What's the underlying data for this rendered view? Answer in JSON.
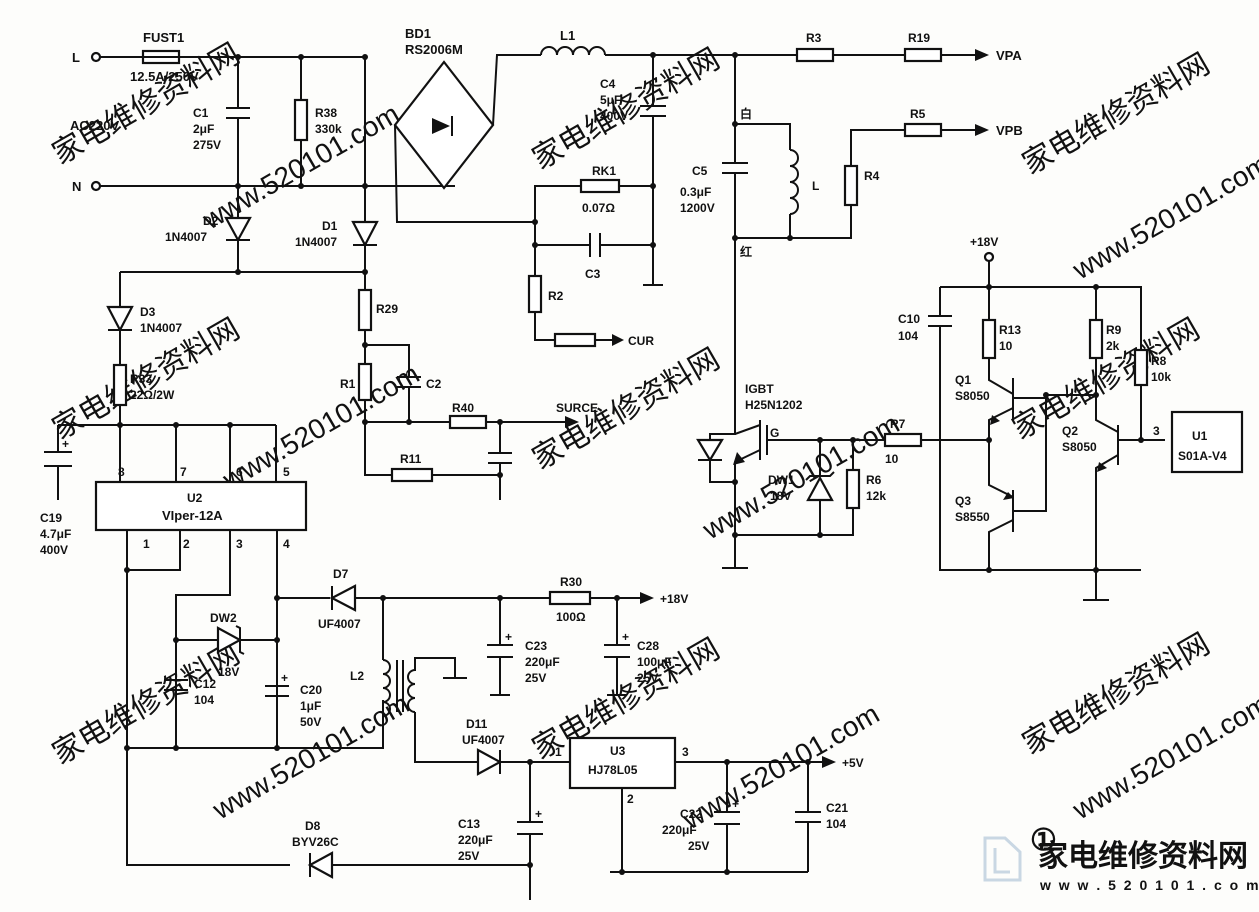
{
  "terminals": {
    "L": "L",
    "N": "N",
    "ac": "AC220V",
    "vpa": "VPA",
    "vpb": "VPB",
    "cur": "CUR",
    "surce": "SURCE",
    "plus18_top": "+18V",
    "plus18_out": "+18V",
    "plus5": "+5V"
  },
  "components": {
    "fuse": {
      "ref": "FUST1",
      "value": "12.5A/250V"
    },
    "bd1": {
      "ref": "BD1",
      "value": "RS2006M"
    },
    "c1": {
      "ref": "C1",
      "value1": "2μF",
      "value2": "275V"
    },
    "r38": {
      "ref": "R38",
      "value": "330k"
    },
    "l1": {
      "ref": "L1"
    },
    "c4": {
      "ref": "C4",
      "value1": "5μF",
      "value2": "400V"
    },
    "rk1": {
      "ref": "RK1",
      "value": "0.07Ω"
    },
    "c3": {
      "ref": "C3"
    },
    "r2": {
      "ref": "R2"
    },
    "d2": {
      "ref": "D2",
      "value": "1N4007"
    },
    "d1": {
      "ref": "D1",
      "value": "1N4007"
    },
    "d3": {
      "ref": "D3",
      "value": "1N4007"
    },
    "r29": {
      "ref": "R29"
    },
    "r1": {
      "ref": "R1"
    },
    "c2": {
      "ref": "C2"
    },
    "r40": {
      "ref": "R40"
    },
    "r11": {
      "ref": "R11"
    },
    "r33": {
      "ref": "R33",
      "value": "22Ω/2W"
    },
    "c19": {
      "ref": "C19",
      "value1": "4.7μF",
      "value2": "400V"
    },
    "u2": {
      "ref": "U2",
      "value": "VIper-12A",
      "pins_top": [
        "8",
        "7",
        "6",
        "5"
      ],
      "pins_bottom": [
        "1",
        "2",
        "3",
        "4"
      ]
    },
    "r3": {
      "ref": "R3"
    },
    "r19": {
      "ref": "R19"
    },
    "r5": {
      "ref": "R5"
    },
    "r4": {
      "ref": "R4"
    },
    "c5": {
      "ref": "C5",
      "value1": "0.3μF",
      "value2": "1200V"
    },
    "coil": {
      "ref": "L",
      "white": "白",
      "red": "红"
    },
    "igbt": {
      "ref": "IGBT",
      "value": "H25N1202",
      "gate": "G"
    },
    "dw1": {
      "ref": "DW1",
      "value": "18V"
    },
    "r6": {
      "ref": "R6",
      "value": "12k"
    },
    "r7": {
      "ref": "R7",
      "value": "10"
    },
    "c10": {
      "ref": "C10",
      "value": "104"
    },
    "r13": {
      "ref": "R13",
      "value": "10"
    },
    "r9": {
      "ref": "R9",
      "value": "2k"
    },
    "r8": {
      "ref": "R8",
      "value": "10k"
    },
    "q1": {
      "ref": "Q1",
      "value": "S8050"
    },
    "q2": {
      "ref": "Q2",
      "value": "S8050"
    },
    "q3": {
      "ref": "Q3",
      "value": "S8550"
    },
    "u1": {
      "ref": "U1",
      "value": "S01A-V4",
      "pin": "3"
    },
    "d7": {
      "ref": "D7",
      "value": "UF4007"
    },
    "r30": {
      "ref": "R30",
      "value": "100Ω"
    },
    "c23": {
      "ref": "C23",
      "value1": "220μF",
      "value2": "25V"
    },
    "c28": {
      "ref": "C28",
      "value1": "100μF",
      "value2": "25V"
    },
    "dw2": {
      "ref": "DW2",
      "value": "18V"
    },
    "c12": {
      "ref": "C12",
      "value": "104"
    },
    "c20": {
      "ref": "C20",
      "value1": "1μF",
      "value2": "50V"
    },
    "l2": {
      "ref": "L2"
    },
    "d11": {
      "ref": "D11",
      "value": "UF4007"
    },
    "u3": {
      "ref": "U3",
      "value": "HJ78L05",
      "pin_in": "1",
      "pin_gnd": "2",
      "pin_out": "3"
    },
    "c13": {
      "ref": "C13",
      "value1": "220μF",
      "value2": "25V"
    },
    "c22": {
      "ref": "C22",
      "value1": "220μF",
      "value2": "25V"
    },
    "c21": {
      "ref": "C21",
      "value": "104"
    },
    "d8": {
      "ref": "D8",
      "value": "BYV26C"
    }
  },
  "figure_number": "①",
  "watermark": {
    "cn": "家电维修资料网",
    "url": "www.520101.com"
  },
  "logo": {
    "cn": "家电维修资料网",
    "url": "w w w . 5 2 0 1 0 1 . c o m"
  },
  "colors": {
    "ink": "#111111",
    "paper": "#fdfdfb",
    "watermark": "#c8c8c8",
    "logo": "#d4dde6"
  }
}
